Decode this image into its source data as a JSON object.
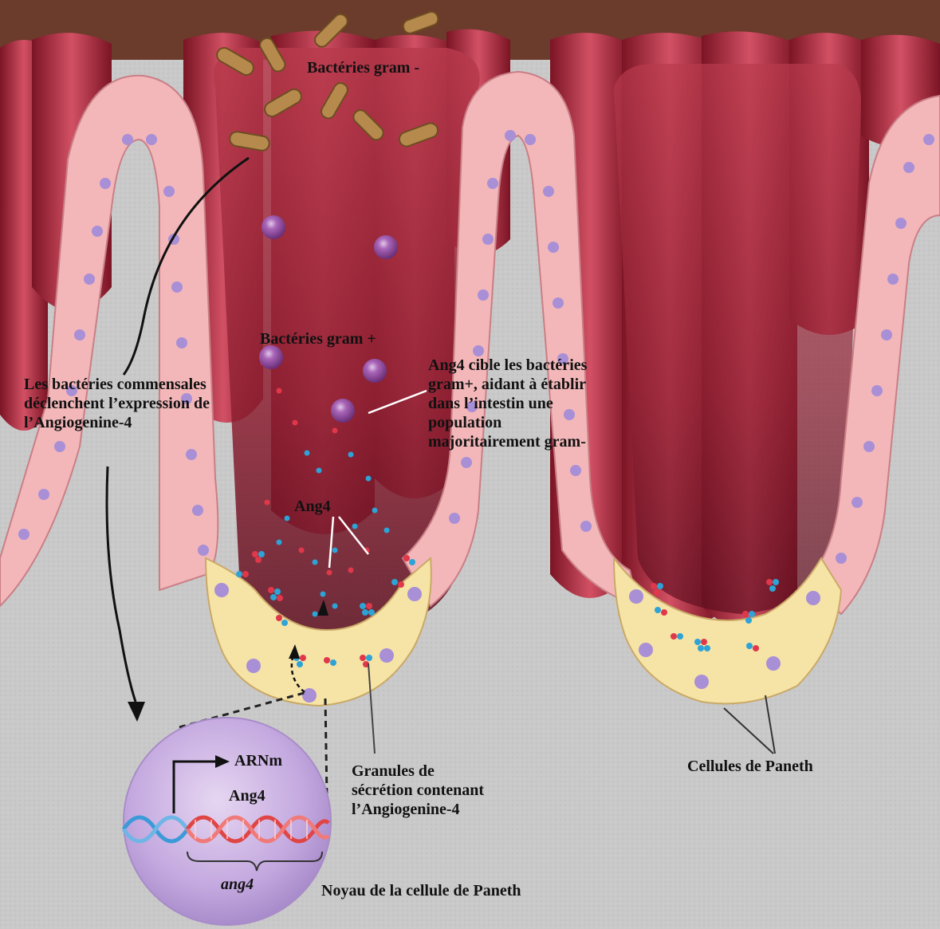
{
  "labels": {
    "gram_neg": "Bactéries gram -",
    "gram_pos": "Bactéries gram +",
    "commensal": [
      "Les bactéries commensales",
      "déclenchent l’expression de",
      "l’Angiogenine-4"
    ],
    "ang4_targets": [
      "Ang4 cible les bactéries",
      "gram+, aidant à établir",
      "dans l’intestin une",
      "population",
      "majoritairement gram-"
    ],
    "ang4": "Ang4",
    "arnm": "ARNm",
    "arnm_ang4": "Ang4",
    "gene": "ang4",
    "granules": [
      "Granules de",
      "sécrétion contenant",
      "l’Angiogenine-4"
    ],
    "paneth_cells": "Cellules de Paneth",
    "nucleus": "Noyau de la cellule de Paneth"
  },
  "colors": {
    "background": "#c9c9c9",
    "mucosa_top": "#6b3b2c",
    "villus_red": "#a8283a",
    "epithelium_pink": "#f3b7b9",
    "paneth_yellow": "#f6e3a6",
    "cell_nucleus": "#a88fd6",
    "bacteria": "#b68a4c",
    "gram_pos_bacteria": "#8b3f9a",
    "ang4_red": "#e0384a",
    "ang4_blue": "#2da3d6",
    "dna_red": "#e04545",
    "dna_blue": "#3c9ad8",
    "nucleus_circle": "#c8aee0"
  }
}
